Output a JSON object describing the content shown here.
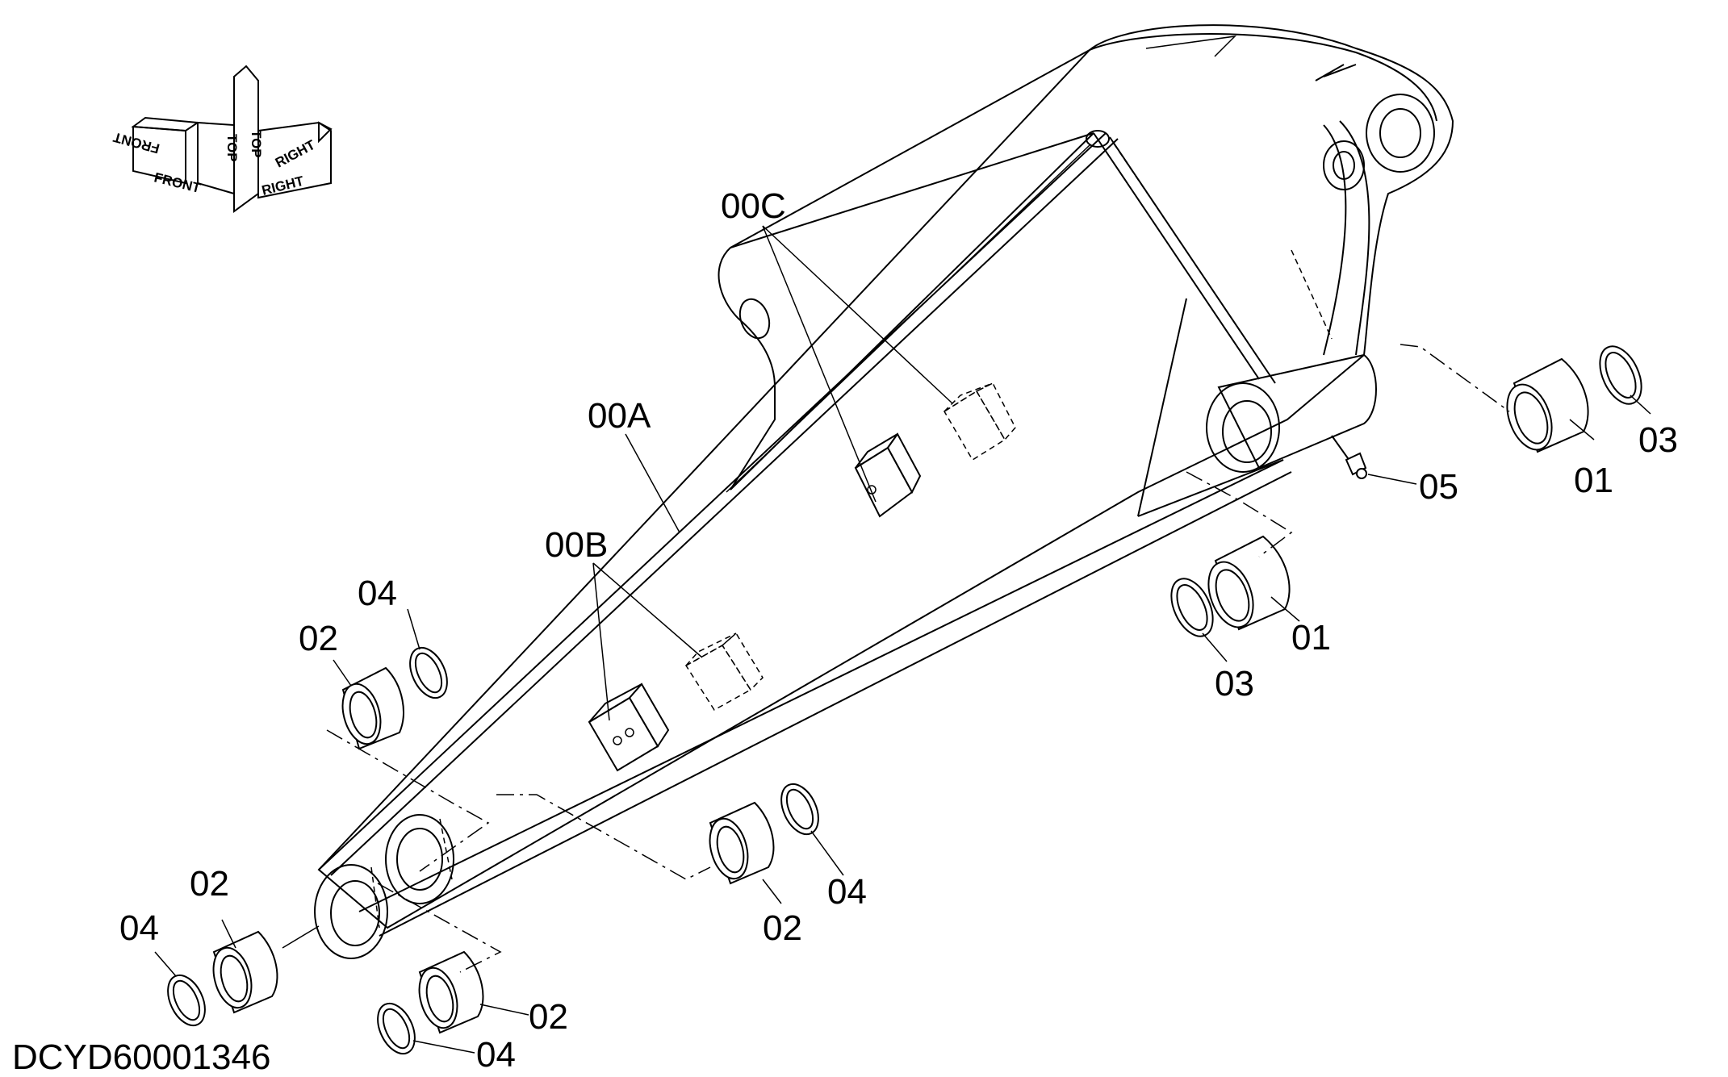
{
  "labels": {
    "part_00A": "00A",
    "part_00B": "00B",
    "part_00C": "00C",
    "part_01": "01",
    "part_02": "02",
    "part_03": "03",
    "part_04": "04",
    "part_05": "05"
  },
  "orientation": {
    "front": "FRONT",
    "top": "TOP",
    "right": "RIGHT"
  },
  "drawing_code": "DCYD60001346"
}
